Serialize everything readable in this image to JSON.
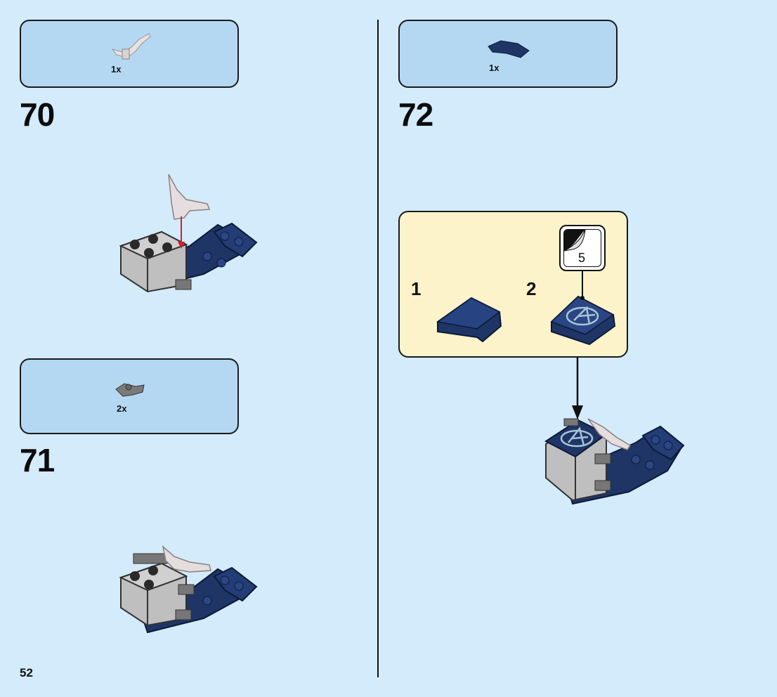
{
  "page": {
    "number": "52"
  },
  "steps": [
    {
      "number": "70",
      "parts_qty": "1x"
    },
    {
      "number": "71",
      "parts_qty": "2x"
    },
    {
      "number": "72",
      "parts_qty": "1x"
    }
  ],
  "callout": {
    "substeps": [
      "1",
      "2"
    ],
    "sticker_number": "5"
  },
  "colors": {
    "background": "#d3ebfa",
    "parts_box": "#b4d8f2",
    "callout": "#fcf3cb",
    "brick_blue": "#1e3566",
    "brick_grey": "#bfbfbf",
    "arrow_red": "#d81e2c"
  }
}
